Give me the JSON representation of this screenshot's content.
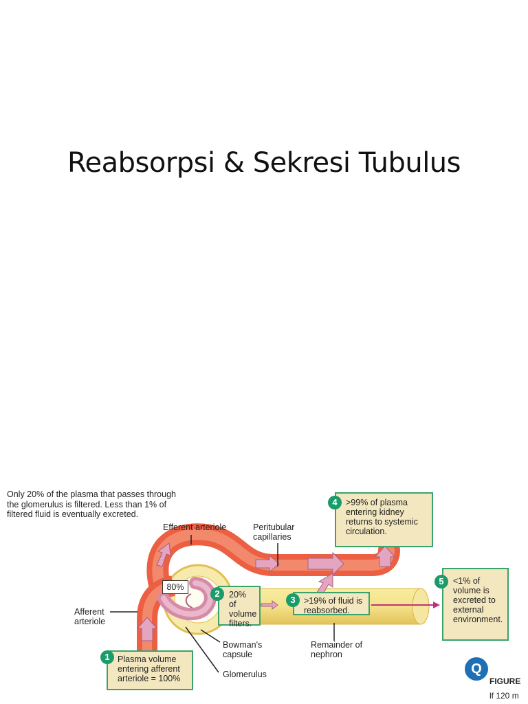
{
  "slide": {
    "title": "Reabsorpsi & Sekresi Tubulus"
  },
  "figure": {
    "intro_text": "Only 20% of the plasma that passes through the glomerulus is filtered. Less than 1% of filtered fluid is eventually excreted.",
    "labels": {
      "efferent_arteriole": "Efferent arteriole",
      "peritubular_capillaries": "Peritubular capillaries",
      "afferent_arteriole": "Afferent arteriole",
      "bowmans_capsule": "Bowman's capsule",
      "glomerulus": "Glomerulus",
      "remainder_of_nephron": "Remainder of nephron",
      "eighty_percent": "80%"
    },
    "steps": [
      {
        "number": "1",
        "text": "Plasma volume entering afferent arteriole = 100%"
      },
      {
        "number": "2",
        "text": "20% of volume filters."
      },
      {
        "number": "3",
        "text": ">19% of fluid is reabsorbed."
      },
      {
        "number": "4",
        "text": ">99% of plasma entering kidney returns to systemic circulation."
      },
      {
        "number": "5",
        "text": "<1% of volume is excreted to external environment."
      }
    ],
    "figure_tag": "FIGURE",
    "figure_sub": "lf 120 m",
    "colors": {
      "vessel": "#f26b4f",
      "vessel_highlight": "#f9a58a",
      "tubule": "#f3e28b",
      "capsule": "#f4e5a3",
      "glomerulus": "#d9a2b7",
      "arrow_fill": "#e3a5bf",
      "callout_bg": "#f3e7c0",
      "callout_border": "#3aa26c",
      "badge": "#1a9b6a",
      "excretion_arrow": "#c0307a"
    }
  }
}
